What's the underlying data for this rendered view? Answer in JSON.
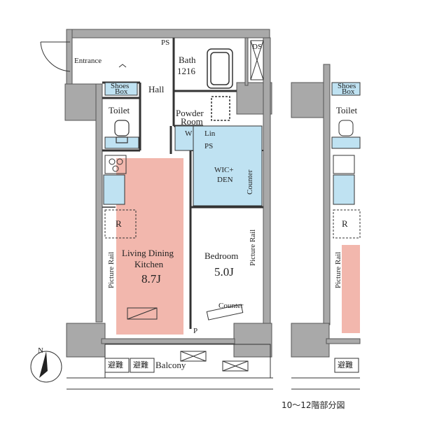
{
  "colors": {
    "wall": "#a9a9a9",
    "wall_stroke": "#555555",
    "ldk": "#f2b7ad",
    "wet": "#bfe2f2",
    "line": "#333333"
  },
  "labels": {
    "entrance": "Entrance",
    "ps_top": "PS",
    "ds": "DS",
    "bath": "Bath",
    "bath_size": "1216",
    "shoes_box": "Shoes",
    "shoes_box_2": "Box",
    "hall": "Hall",
    "toilet": "Toilet",
    "powder_room_1": "Powder",
    "powder_room_2": "Room",
    "w": "W",
    "lin": "Lin",
    "ps_mid": "PS",
    "wic_den_1": "WIC+",
    "wic_den_2": "DEN",
    "counter_side": "Counter",
    "refrigerator": "R",
    "picture_rail_bed": "Picture Rail",
    "picture_rail_ldk": "Picture Rail",
    "ldk_1": "Living Dining",
    "ldk_2": "Kitchen",
    "ldk_size": "8.7J",
    "bedroom": "Bedroom",
    "bedroom_size": "5.0J",
    "counter_bottom": "Counter",
    "p": "P",
    "balcony": "Balcony",
    "fire_1": "避難",
    "fire_2": "避難",
    "north": "N",
    "right_toilet": "Toilet",
    "right_shoes": "Shoes",
    "right_box": "Box",
    "right_r": "R",
    "right_picture_rail": "Picture Rail",
    "right_fire": "避難"
  },
  "caption": "10～12階部分図"
}
